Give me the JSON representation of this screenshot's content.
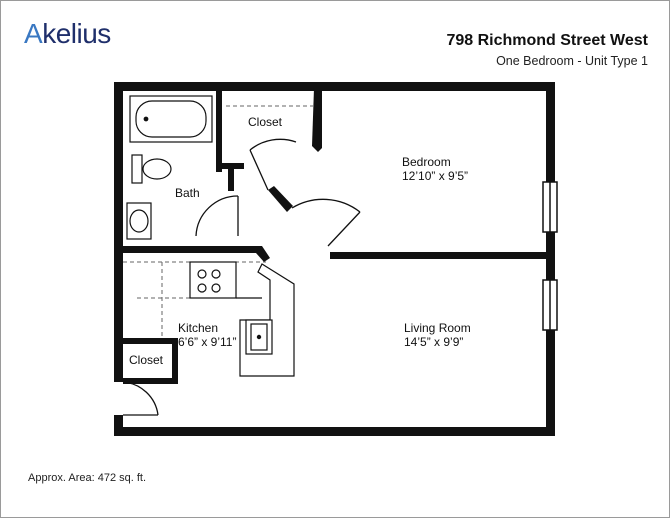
{
  "brand": {
    "name": "Akelius",
    "logo_color": "#1f2f6b",
    "accent_color": "#3a78c2"
  },
  "header": {
    "title": "798 Richmond Street West",
    "subtitle": "One Bedroom - Unit Type 1"
  },
  "rooms": {
    "closet_top": {
      "name": "Closet"
    },
    "bath": {
      "name": "Bath"
    },
    "bedroom": {
      "name": "Bedroom",
      "dims": "12’10” x 9’5”"
    },
    "kitchen": {
      "name": "Kitchen",
      "dims": "6’6” x 9’11”"
    },
    "living": {
      "name": "Living Room",
      "dims": "14’5” x 9’9”"
    },
    "closet_bottom": {
      "name": "Closet"
    }
  },
  "footer": {
    "area": "Approx. Area: 472 sq. ft."
  },
  "colors": {
    "wall": "#111111",
    "line": "#555555",
    "background": "#ffffff"
  }
}
